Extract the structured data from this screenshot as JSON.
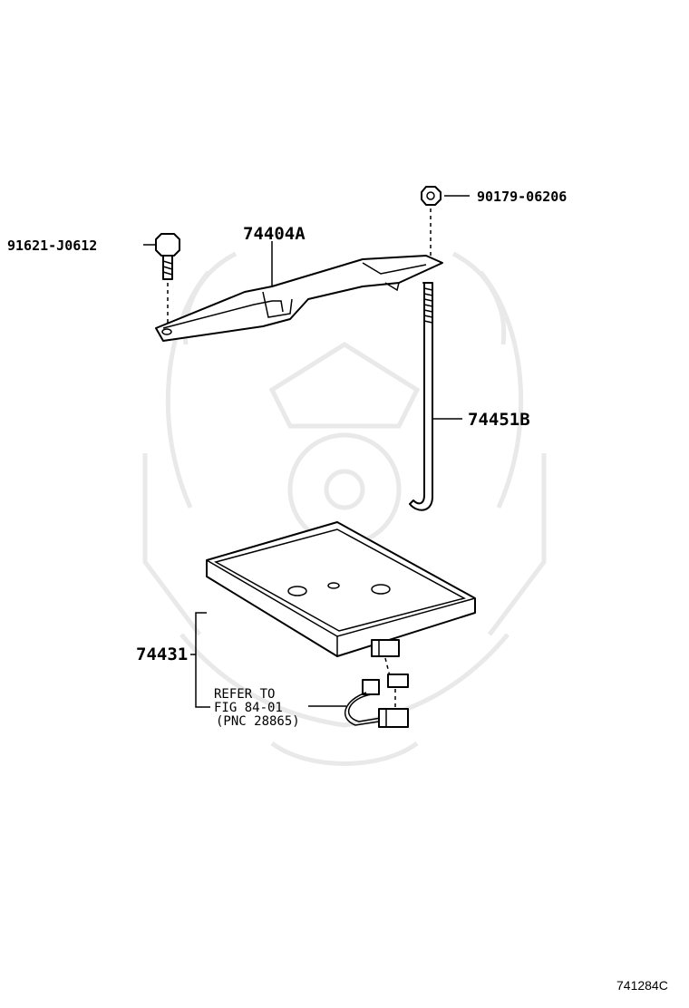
{
  "labels": {
    "nut": "90179-06206",
    "bolt": "91621-J0612",
    "clamp": "74404A",
    "rod": "74451B",
    "tray": "74431"
  },
  "reference": {
    "line1": "REFER TO",
    "line2": "FIG 84-01",
    "line3": "(PNC 28865)"
  },
  "figure_code": "741284C",
  "colors": {
    "ink": "#000000",
    "watermark": "#e9e9e9",
    "background": "#ffffff"
  }
}
